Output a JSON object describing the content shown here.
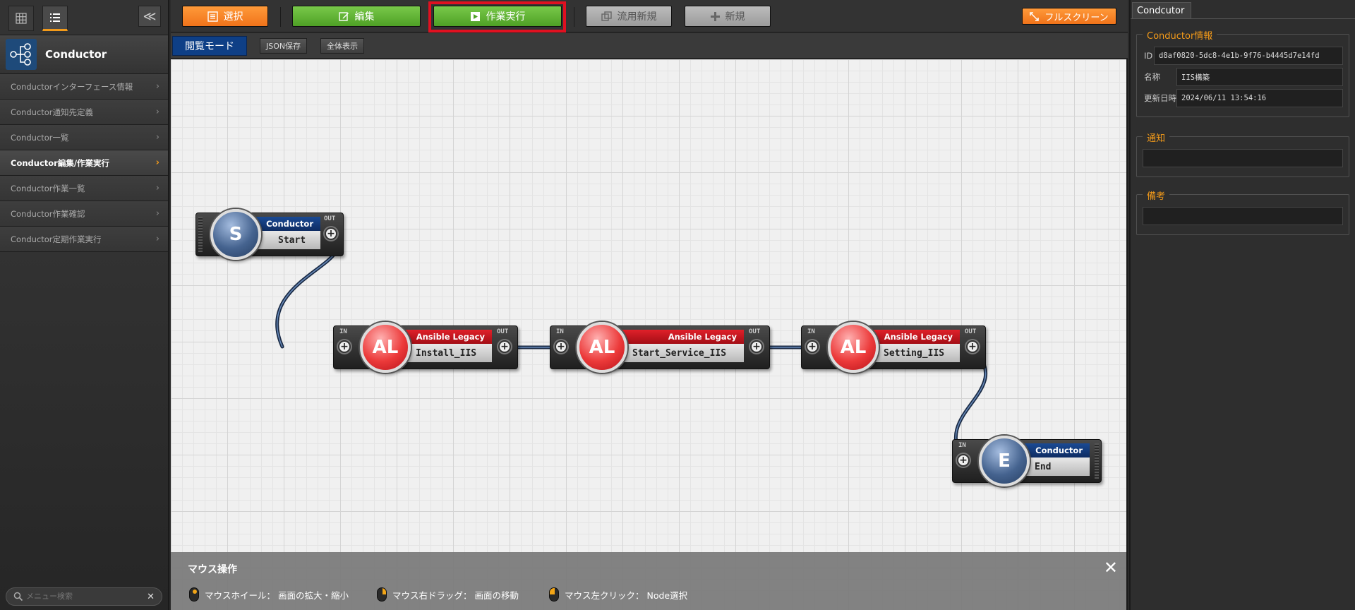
{
  "sidebar": {
    "brand": "Conductor",
    "collapse_glyph": "≪",
    "items": [
      {
        "label": "Conductorインターフェース情報",
        "active": false
      },
      {
        "label": "Conductor通知先定義",
        "active": false
      },
      {
        "label": "Conductor一覧",
        "active": false
      },
      {
        "label": "Conductor編集/作業実行",
        "active": true
      },
      {
        "label": "Conductor作業一覧",
        "active": false
      },
      {
        "label": "Conductor作業確認",
        "active": false
      },
      {
        "label": "Conductor定期作業実行",
        "active": false
      }
    ],
    "search": {
      "placeholder": "メニュー検索",
      "clear": "✕"
    }
  },
  "toolbar": {
    "select": "選択",
    "edit": "編集",
    "execute": "作業実行",
    "copy_new": "流用新規",
    "new": "新規",
    "fullscreen": "フルスクリーン"
  },
  "subbar": {
    "view_mode": "閲覧モード",
    "json_save": "JSON保存",
    "show_all": "全体表示"
  },
  "nodes": {
    "start": {
      "header": "Conductor",
      "name": "Start",
      "letter": "S",
      "out": "OUT"
    },
    "n1": {
      "header": "Ansible Legacy",
      "name": "Install_IIS",
      "letter": "AL",
      "in": "IN",
      "out": "OUT"
    },
    "n2": {
      "header": "Ansible Legacy",
      "name": "Start_Service_IIS",
      "letter": "AL",
      "in": "IN",
      "out": "OUT"
    },
    "n3": {
      "header": "Ansible Legacy",
      "name": "Setting_IIS",
      "letter": "AL",
      "in": "IN",
      "out": "OUT"
    },
    "end": {
      "header": "Conductor",
      "name": "End",
      "letter": "E",
      "in": "IN"
    }
  },
  "mouse_help": {
    "title": "マウス操作",
    "wheel": "マウスホイール： 画面の拡大・縮小",
    "right_drag": "マウス右ドラッグ： 画面の移動",
    "left_click": "マウス左クリック： Node選択",
    "close": "✕"
  },
  "panel": {
    "tab": "Condcutor",
    "info_legend": "Conductor情報",
    "id_label": "ID",
    "id_value": "d8af0820-5dc8-4e1b-9f76-b4445d7e14fd",
    "name_label": "名称",
    "name_value": "IIS構築",
    "updated_label": "更新日時",
    "updated_value": "2024/06/11 13:54:16",
    "notice_legend": "通知",
    "remarks_legend": "備考"
  },
  "colors": {
    "accent_orange": "#f29a1a",
    "execute_green": "#4ea025",
    "highlight_red": "#e01020",
    "ansible_red": "#e0202a",
    "conductor_blue": "#0e2c62"
  }
}
